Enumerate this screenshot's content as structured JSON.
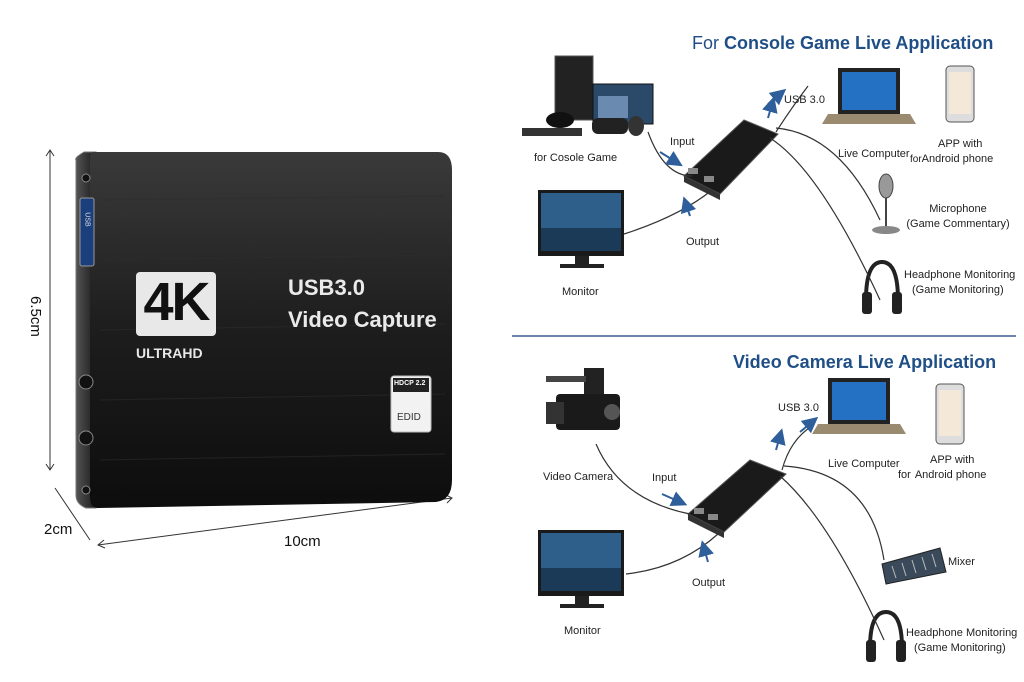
{
  "product": {
    "badge_4k": "4K",
    "badge_ultrahd": "ULTRAHD",
    "line1": "USB3.0",
    "line2": "Video Capture",
    "hdcp": "HDCP 2.2",
    "edid": "EDID",
    "port_label": "USB"
  },
  "dimensions": {
    "height": "6.5cm",
    "depth": "2cm",
    "width": "10cm"
  },
  "console_section": {
    "title_prefix": "For",
    "title": "Console Game Live Application",
    "labels": {
      "console": "for Cosole Game",
      "monitor": "Monitor",
      "input": "Input",
      "output": "Output",
      "usb": "USB 3.0",
      "live_computer": "Live Computer",
      "app_line1": "APP with",
      "app_line2": "Android phone",
      "for": "for",
      "mic_line1": "Microphone",
      "mic_line2": "(Game Commentary)",
      "head_line1": "Headphone Monitoring",
      "head_line2": "(Game Monitoring)"
    }
  },
  "camera_section": {
    "title": "Video Camera Live Application",
    "labels": {
      "camera": "Video Camera",
      "monitor": "Monitor",
      "input": "Input",
      "output": "Output",
      "usb": "USB 3.0",
      "live_computer": "Live Computer",
      "app_line1": "APP with",
      "app_line2": "Android phone",
      "for": "for",
      "mixer": "Mixer",
      "head_line1": "Headphone Monitoring",
      "head_line2": "(Game Monitoring)"
    }
  },
  "colors": {
    "title_blue": "#1f4f86",
    "arrow_blue": "#2f5f9a",
    "divider": "#3a5f8f"
  }
}
